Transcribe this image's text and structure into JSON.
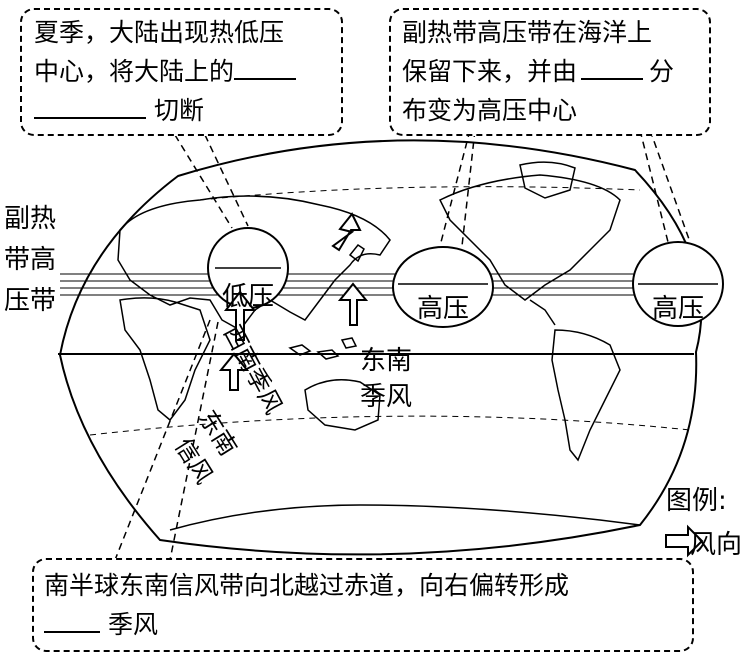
{
  "callouts": {
    "summer": {
      "line1": "夏季，大陆出现热低压",
      "line2": "中心，将大陆上的",
      "line3_suffix": "切断"
    },
    "ocean": {
      "line1": "副热带高压带在海洋上",
      "line2_prefix": "保留下来，并由",
      "line2_suffix": "分",
      "line3": "布变为高压中心"
    },
    "south": {
      "line1": "南半球东南信风带向北越过赤道，向右偏转形成",
      "line2_suffix": "季风"
    }
  },
  "side_label": [
    "副热",
    "带高",
    "压带"
  ],
  "centers": {
    "low": "低压",
    "high1": "高压",
    "high2": "高压"
  },
  "wind_labels": {
    "southwest_monsoon": "西南季风",
    "southeast_monsoon_line1": "东南",
    "southeast_monsoon_line2": "季风",
    "southeast_trade_line1": "东南",
    "southeast_trade_line2": "信风"
  },
  "legend": {
    "title": "图例:",
    "wind_direction": "风向"
  }
}
